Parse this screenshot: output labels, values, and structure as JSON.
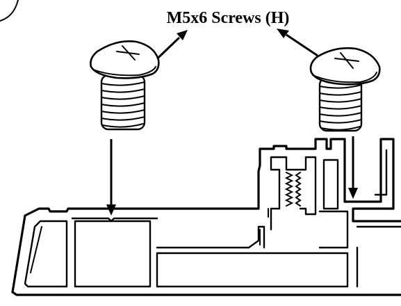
{
  "label": {
    "text": "M5x6 Screws (H)"
  },
  "colors": {
    "stroke": "#000000",
    "background": "#ffffff"
  },
  "icons": {
    "screws": [
      "screw-left-icon",
      "screw-right-icon"
    ],
    "arrows": [
      "arrow-up-right",
      "arrow-up-left",
      "arrow-down-left",
      "arrow-down-right"
    ]
  }
}
